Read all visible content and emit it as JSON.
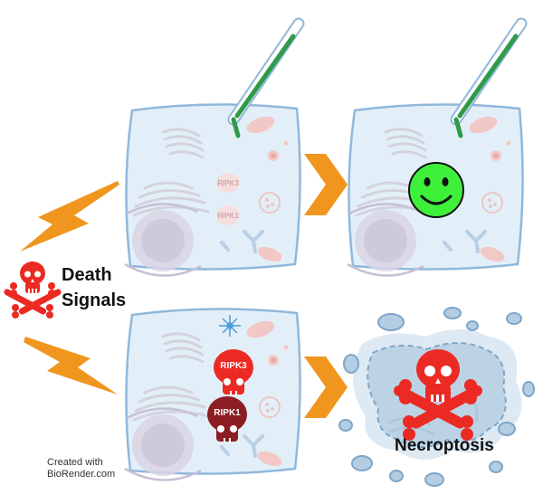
{
  "labels": {
    "death_line1": "Death",
    "death_line2": "Signals",
    "necroptosis": "Necroptosis",
    "credit_line1": "Created with",
    "credit_line2": "BioRender.com"
  },
  "proteins": {
    "ripk3": "RIPK3",
    "ripk1": "RIPK1"
  },
  "colors": {
    "cell_fill": "#e3eff8",
    "cell_stroke": "#8fb8db",
    "lightning": "#f0961f",
    "arrow": "#f0961f",
    "skull_red": "#ec2a24",
    "skull_dark": "#8c1d22",
    "smiley": "#3ef03a",
    "needle": "#2f9a4a",
    "debris": "#b4cde2"
  },
  "icons": [
    "skull-crossbones-icon",
    "lightning-icon",
    "chevron-arrow-icon",
    "smiley-face-icon",
    "needle-icon",
    "skull-icon"
  ]
}
